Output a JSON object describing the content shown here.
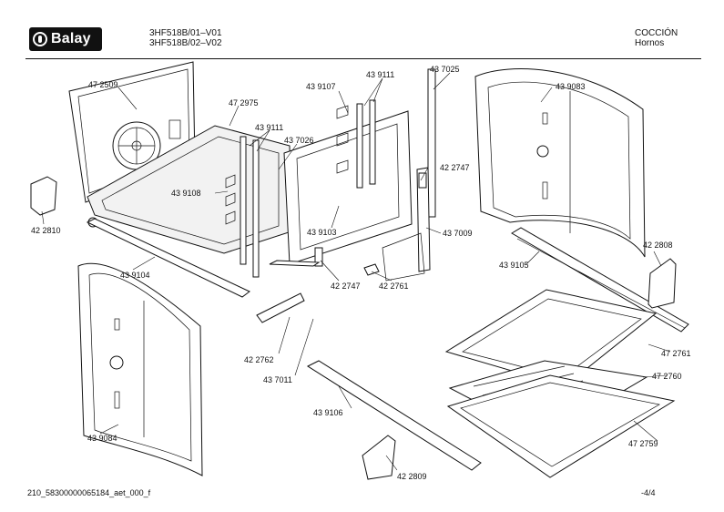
{
  "header": {
    "brand": "Balay",
    "model_line_1": "3HF518B/01–V01",
    "model_line_2": "3HF518B/02–V02",
    "category_line_1": "COCCIÓN",
    "category_line_2": "Hornos"
  },
  "parts": {
    "p472509": "47 2509",
    "p472975": "47 2975",
    "p439107": "43 9107",
    "p439111a": "43 9111",
    "p437025": "43 7025",
    "p439083": "43 9083",
    "p439111b": "43 9111",
    "p437026": "43 7026",
    "p422747a": "42 2747",
    "p439108": "43 9108",
    "p422810": "42 2810",
    "p439103": "43 9103",
    "p437009": "43 7009",
    "p422808": "42 2808",
    "p439104": "43 9104",
    "p439105": "43 9105",
    "p422747b": "42 2747",
    "p422761": "42 2761",
    "p422762": "42 2762",
    "p472761": "47 2761",
    "p437011": "43 7011",
    "p472760": "47 2760",
    "p439106": "43 9106",
    "p439084": "43 9084",
    "p472759": "47 2759",
    "p422809": "42 2809"
  },
  "footer": {
    "doc_id": "210_58300000065184_aet_000_f",
    "page": "-4/4"
  }
}
